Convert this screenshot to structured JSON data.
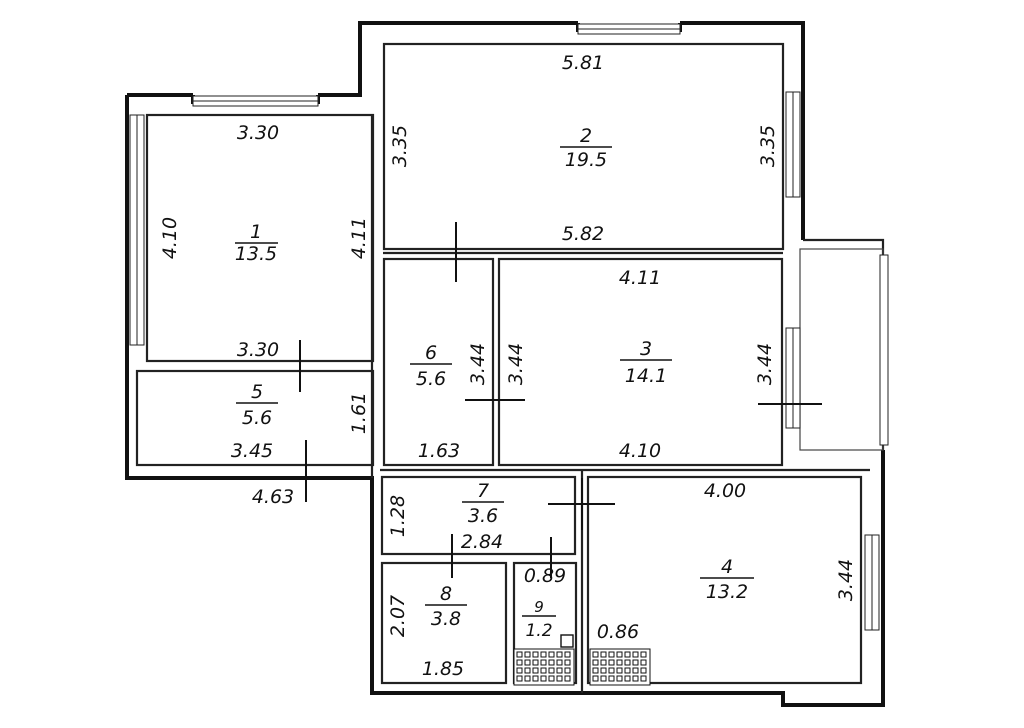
{
  "rooms": [
    {
      "id": "1",
      "number": "1",
      "area": "13.5"
    },
    {
      "id": "2",
      "number": "2",
      "area": "19.5"
    },
    {
      "id": "3",
      "number": "3",
      "area": "14.1"
    },
    {
      "id": "4",
      "number": "4",
      "area": "13.2"
    },
    {
      "id": "5",
      "number": "5",
      "area": "5.6"
    },
    {
      "id": "6",
      "number": "6",
      "area": "5.6"
    },
    {
      "id": "7",
      "number": "7",
      "area": "3.6"
    },
    {
      "id": "8",
      "number": "8",
      "area": "3.8"
    },
    {
      "id": "9",
      "number": "9",
      "area": "1.2"
    }
  ],
  "dimensions": {
    "r1_top": "3.30",
    "r1_left": "4.10",
    "r1_right": "4.11",
    "r1_bottom": "3.30",
    "r2_top": "5.81",
    "r2_left": "3.35",
    "r2_right": "3.35",
    "r2_bottom": "5.82",
    "r3_top": "4.11",
    "r3_left": "3.44",
    "r3_right": "3.44",
    "r3_bottom": "4.10",
    "r6_right": "3.44",
    "r6_bottom": "1.63",
    "r5_right": "1.61",
    "r5_bottom": "3.45",
    "outside_bottom": "4.63",
    "r7_left": "1.28",
    "r7_bottom": "2.84",
    "r8_left": "2.07",
    "r8_bottom": "1.85",
    "r9_top": "0.89",
    "r9_right": "0.86",
    "r4_top": "4.00",
    "r4_right": "3.44"
  }
}
